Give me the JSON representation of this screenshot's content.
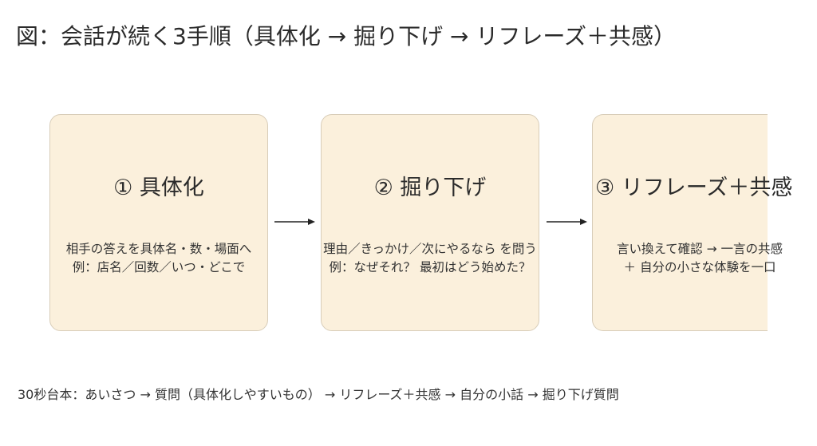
{
  "title": "図：会話が続く3手順（具体化 → 掘り下げ → リフレーズ＋共感）",
  "steps": [
    {
      "heading": "① 具体化",
      "line1": "相手の答えを具体名・数・場面へ",
      "line2": "例：店名／回数／いつ・どこで"
    },
    {
      "heading": "② 掘り下げ",
      "line1": "理由／きっかけ／次にやるなら を問う",
      "line2": "例：なぜそれ？ 最初はどう始めた？"
    },
    {
      "heading": "③ リフレーズ＋共感",
      "line1": "言い換えて確認 → 一言の共感",
      "line2": "＋ 自分の小さな体験を一口"
    }
  ],
  "footer": "30秒台本：あいさつ → 質問（具体化しやすいもの） → リフレーズ＋共感 → 自分の小話 → 掘り下げ質問",
  "colors": {
    "card_fill": "#fbf0dc",
    "card_border": "#d8cdb9",
    "text": "#333333"
  }
}
